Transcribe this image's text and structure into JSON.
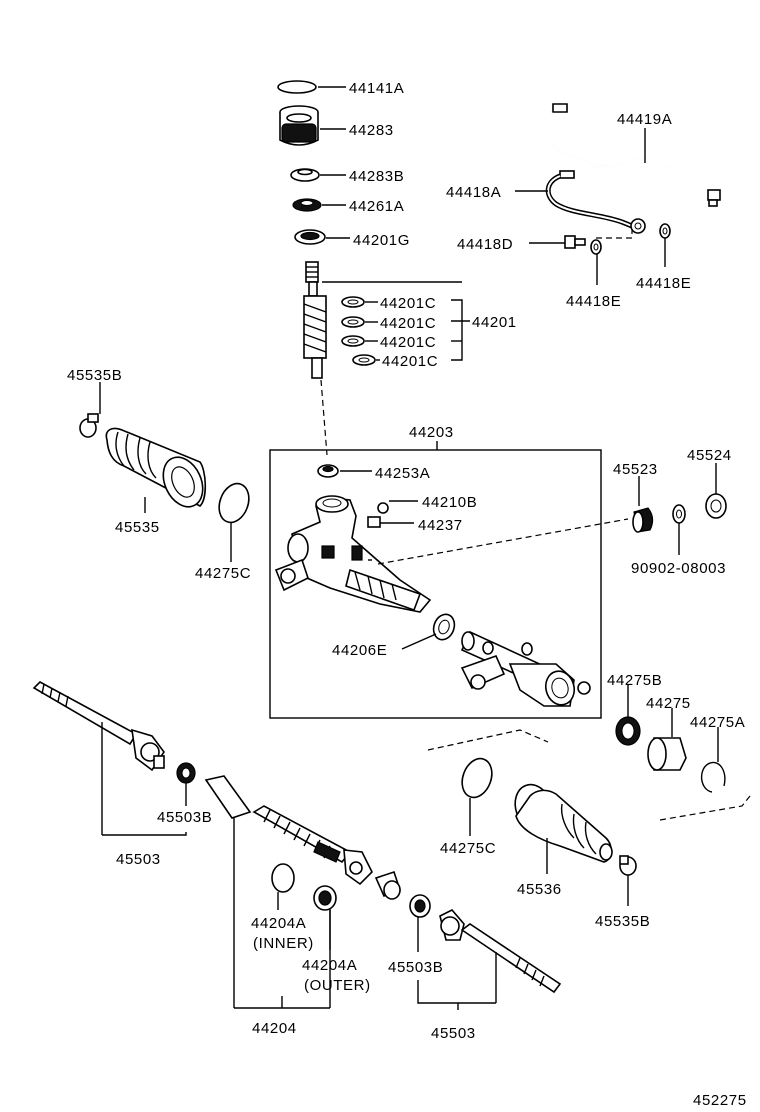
{
  "labels": {
    "p44141A": "44141A",
    "p44283": "44283",
    "p44283B": "44283B",
    "p44261A": "44261A",
    "p44201G": "44201G",
    "p44201C_1": "44201C",
    "p44201C_2": "44201C",
    "p44201C_3": "44201C",
    "p44201C_4": "44201C",
    "p44201": "44201",
    "p44419A": "44419A",
    "p44418A": "44418A",
    "p44418D": "44418D",
    "p44418E_a": "44418E",
    "p44418E_b": "44418E",
    "p45535B_top": "45535B",
    "p45535": "45535",
    "p44275C_left": "44275C",
    "p44203": "44203",
    "p44253A": "44253A",
    "p44210B": "44210B",
    "p44237": "44237",
    "p44206E": "44206E",
    "p45523": "45523",
    "p45524": "45524",
    "p90902": "90902-08003",
    "p44275B": "44275B",
    "p44275": "44275",
    "p44275A": "44275A",
    "p45503B_left": "45503B",
    "p45503_left": "45503",
    "p44275C_right": "44275C",
    "p45536": "45536",
    "p45535B_bottom": "45535B",
    "p44204A_inner": "44204A",
    "p44204A_inner_note": "(INNER)",
    "p44204A_outer": "44204A",
    "p44204A_outer_note": "(OUTER)",
    "p45503B_right": "45503B",
    "p44204": "44204",
    "p45503_right": "45503",
    "diagram_id": "452275"
  }
}
